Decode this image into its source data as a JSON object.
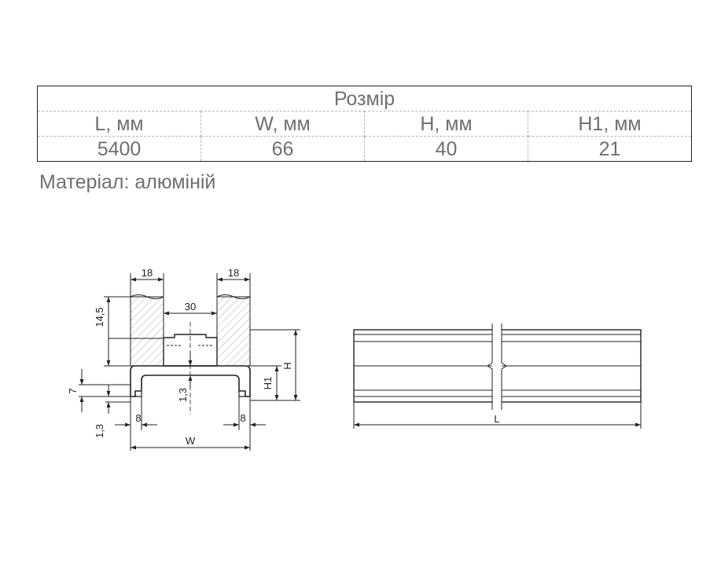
{
  "table": {
    "header": "Розмір",
    "columns": [
      "L, мм",
      "W, мм",
      "H, мм",
      "H1, мм"
    ],
    "values": [
      "5400",
      "66",
      "40",
      "21"
    ]
  },
  "material": "Матеріал: алюміній",
  "drawing": {
    "dim_18_left": "18",
    "dim_18_right": "18",
    "dim_30": "30",
    "dim_14_5": "14,5",
    "dim_7": "7",
    "dim_1_3_left": "1,3",
    "dim_1_3_center": "1,3",
    "dim_8_left": "8",
    "dim_8_right": "8",
    "dim_w": "W",
    "dim_h1": "H1",
    "dim_h": "H",
    "dim_l": "L"
  },
  "colors": {
    "text": "#707070",
    "line": "#222222",
    "hatch": "#9a9a9a"
  }
}
